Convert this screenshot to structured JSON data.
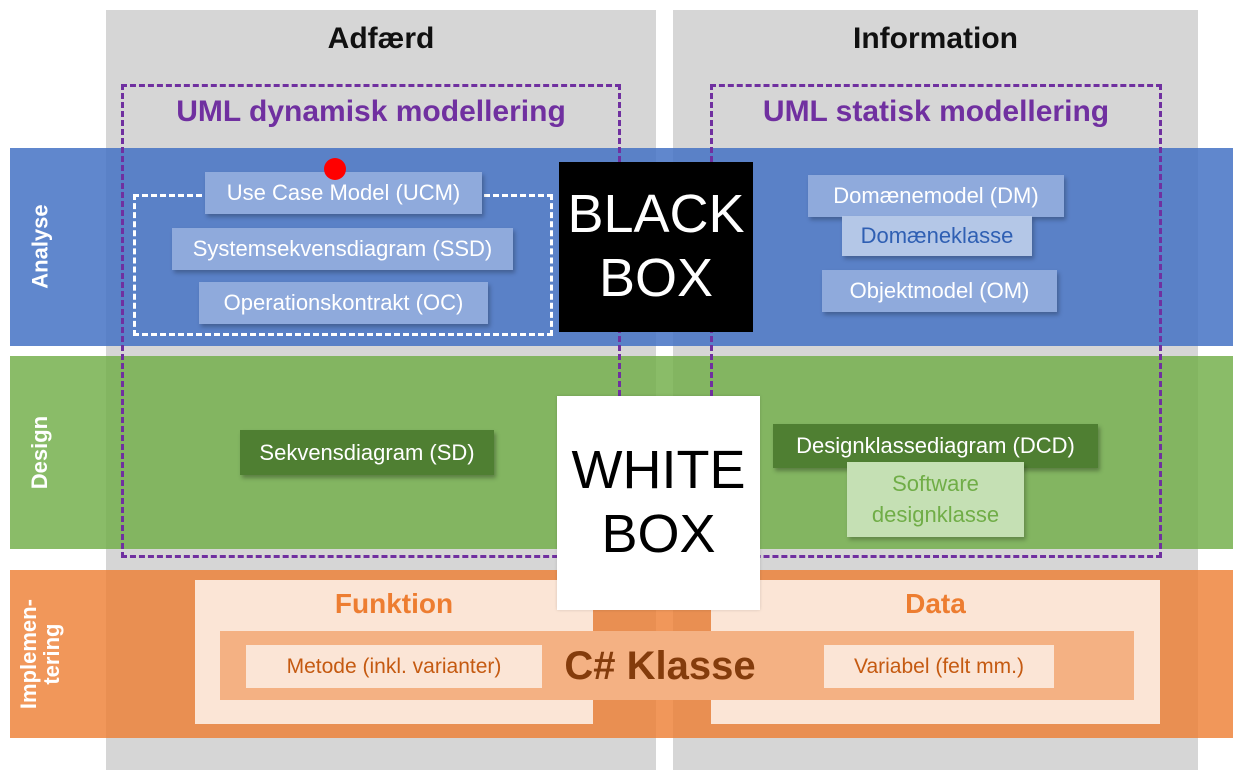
{
  "columns": {
    "behavior": {
      "title": "Adfærd"
    },
    "information": {
      "title": "Information"
    }
  },
  "bands": {
    "analyse": {
      "label": "Analyse"
    },
    "design": {
      "label": "Design"
    },
    "implementation": {
      "label_line1": "Implemen-",
      "label_line2": "tering"
    }
  },
  "uml": {
    "dynamic_title": "UML dynamisk modellering",
    "static_title": "UML statisk modellering"
  },
  "analyse_items": {
    "ucm": "Use Case Model (UCM)",
    "ssd": "Systemsekvensdiagram (SSD)",
    "oc": "Operationskontrakt (OC)",
    "dm": "Domænemodel (DM)",
    "domain_class": "Domæneklasse",
    "om": "Objektmodel (OM)"
  },
  "design_items": {
    "sd": "Sekvensdiagram (SD)",
    "dcd": "Designklassediagram (DCD)",
    "software_line1": "Software",
    "software_line2": "designklasse"
  },
  "black_box": {
    "line1": "BLACK",
    "line2": "BOX"
  },
  "white_box": {
    "line1": "WHITE",
    "line2": "BOX"
  },
  "implementation": {
    "function_title": "Funktion",
    "data_title": "Data",
    "method": "Metode (inkl. varianter)",
    "csharp_class": "C# Klasse",
    "variable": "Variabel (felt mm.)"
  },
  "colors": {
    "analyse_band": "#4472c4",
    "design_band": "#70ad47",
    "implementation_band": "#ed7d31",
    "uml_dashed": "#7030a0",
    "pointer_dot": "#ff0000"
  }
}
